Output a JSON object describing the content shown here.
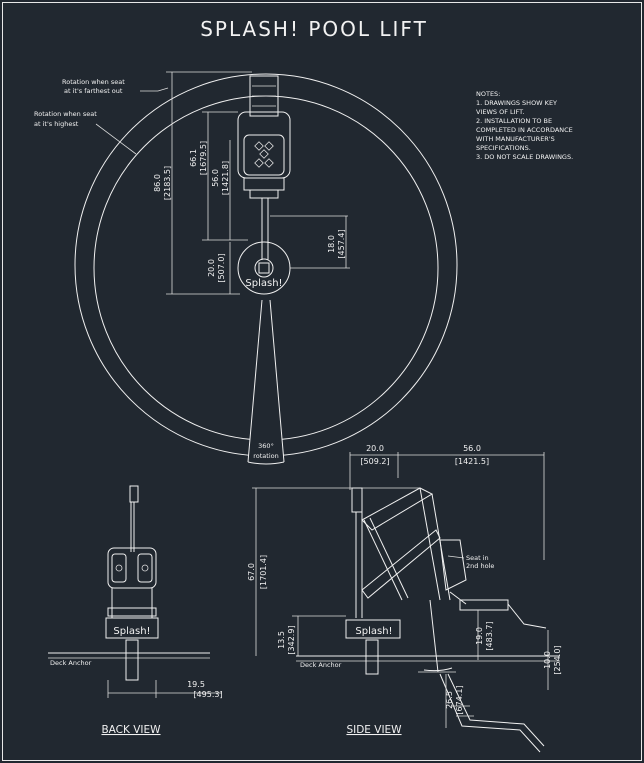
{
  "title": "SPLASH! POOL LIFT",
  "notes": {
    "heading": "NOTES:",
    "lines": [
      "1. DRAWINGS SHOW KEY",
      "VIEWS OF LIFT.",
      "2. INSTALLATION TO BE",
      "COMPLETED IN ACCORDANCE",
      "WITH MANUFACTURER'S",
      "SPECIFICATIONS.",
      "3. DO NOT SCALE DRAWINGS."
    ]
  },
  "top_view": {
    "callout_farthest": [
      "Rotation when seat",
      "at it's farthest out"
    ],
    "callout_highest": [
      "Rotation when seat",
      "at it's highest"
    ],
    "dim_86": "86.0",
    "dim_86_mm": "[2183.5]",
    "dim_66": "66.1",
    "dim_66_mm": "[1679.5]",
    "dim_56": "56.0",
    "dim_56_mm": "[1421.8]",
    "dim_20": "20.0",
    "dim_20_mm": "[507.0]",
    "dim_18": "18.0",
    "dim_18_mm": "[457.4]",
    "base_label": "Splash!",
    "rotation": [
      "360°",
      "rotation"
    ]
  },
  "back_view": {
    "label": "BACK VIEW",
    "base_label": "Splash!",
    "deck_anchor": "Deck Anchor",
    "dim_19": "19.5",
    "dim_19_mm": "[495.3]"
  },
  "side_view": {
    "label": "SIDE VIEW",
    "base_label": "Splash!",
    "deck_anchor": "Deck Anchor",
    "dim_top20": "20.0",
    "dim_top20_mm": "[509.2]",
    "dim_top56": "56.0",
    "dim_top56_mm": "[1421.5]",
    "dim_67": "67.0",
    "dim_67_mm": "[1701.4]",
    "dim_13": "13.5",
    "dim_13_mm": "[342.9]",
    "dim_19": "19.0",
    "dim_19_mm": "[483.7]",
    "dim_10": "10.0",
    "dim_10_mm": "[254.0]",
    "dim_26": "26.5",
    "dim_26_mm": "[674.1]",
    "seat_note": [
      "Seat in",
      "2nd hole"
    ]
  }
}
